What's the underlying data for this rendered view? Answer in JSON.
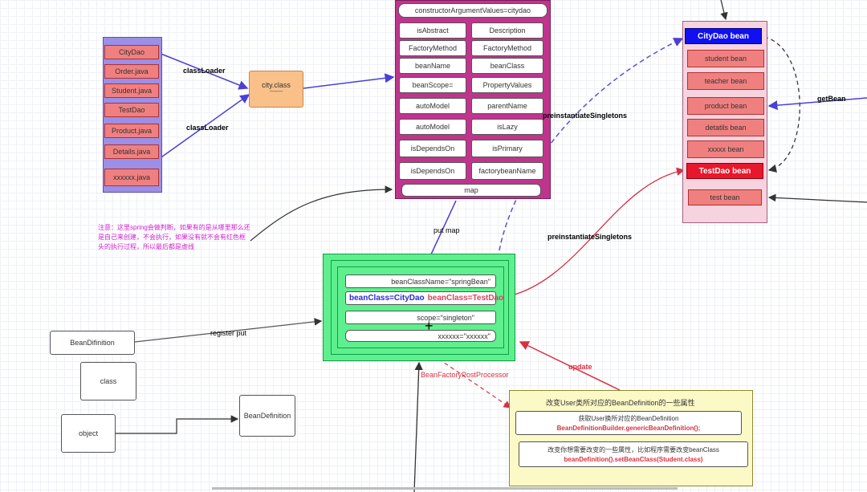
{
  "class_files": [
    "CityDao",
    "Order.java",
    "Student.java",
    "TestDao",
    "Product.java",
    "Details.java",
    "xxxxxx.java"
  ],
  "class_loader_label": "classLoader",
  "city_class": {
    "name": "city.class",
    "sub": "-------"
  },
  "bean_definition_props": {
    "top": "constructorArgumentValues=citydao",
    "rows": [
      [
        "isAbstract",
        "Description"
      ],
      [
        "FactoryMethod",
        "FactoryMethod"
      ],
      [
        "beanName",
        "beanClass"
      ],
      [
        "beanScope=",
        "PropertyValues"
      ],
      [
        "autoModel",
        "parentName"
      ],
      [
        "autoModel",
        "isLazy"
      ],
      [
        "isDependsOn",
        "isPrimary"
      ],
      [
        "isDependsOn",
        "factorybeanName"
      ]
    ],
    "bottom": "map"
  },
  "preinstantiate_label": "preinstantiateSingletons",
  "preinstantiate_label_2": "preinstantiateSingletons",
  "put_map_label": "put map",
  "singleton_pool": {
    "header": "CityDao bean",
    "items": [
      "student bean",
      "teacher bean",
      "product bean",
      "detatils bean",
      "xxxxx bean"
    ],
    "testdao": "TestDao bean",
    "test": "test bean"
  },
  "get_bean_label": "getBean",
  "note_text": "注意：这里spring会做判断，如果有的是从哪里那么还是自己来创建，不会执行，如果没有就不会有红色框头的执行过程，所以最后都是虚线",
  "map_box": {
    "row1": "beanClassName=\"springBean\"",
    "row2_a": "beanClass=CityDao",
    "row2_b": "beanClass=TestDao",
    "row3": "scope=\"singleton\"",
    "row4": "xxxxxx=\"xxxxxx\""
  },
  "bean_difinition": "BeanDifinition",
  "register_put": "register put",
  "class_box": "class",
  "object_box": "object",
  "bean_definition_box": "BeanDefinition",
  "bfpp_label": "BeanFactoryPostProcessor",
  "update_label": "update",
  "yellow_box": {
    "title": "改变User类所对应的BeanDefinition的一些属性",
    "box1_line1": "获取User换所对应的BeanDefinition",
    "box1_line2": "BeanDefinitionBuilder.genericBeanDefinition();",
    "box2_line1": "改变你想需要改变的一些属性，比如程序需要改变beanClass",
    "box2_line2": "beanDefinition().setBeanClass(Student.class)"
  },
  "colors": {
    "purple": "#9b8fe8",
    "magenta": "#c0348e",
    "pink_pool": "#f6d3de",
    "green": "#5ef08e",
    "yellow": "#fbf9c6",
    "red_box": "#f08080",
    "blue_header": "#1010f0"
  }
}
